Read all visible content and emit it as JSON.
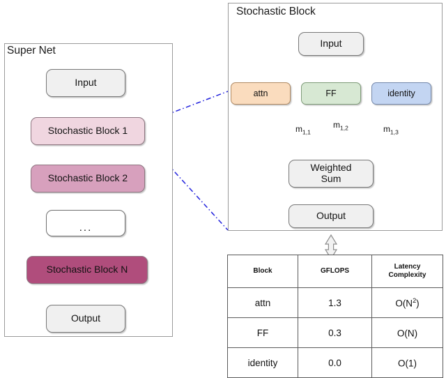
{
  "supernet": {
    "title": "Super Net",
    "nodes": {
      "input": "Input",
      "block1": "Stochastic Block 1",
      "block2": "Stochastic Block 2",
      "ellipsis": "...",
      "blockN": "Stochastic Block N",
      "output": "Output"
    },
    "colors": {
      "block1": "#f0d6e0",
      "block2": "#d7a0bd",
      "blockN": "#b04d7c",
      "plain": "#f0f0f0"
    }
  },
  "stochastic_block": {
    "title": "Stochastic Block",
    "nodes": {
      "input": "Input",
      "attn": "attn",
      "ff": "FF",
      "identity": "identity",
      "weighted_sum_line1": "Weighted",
      "weighted_sum_line2": "Sum",
      "output": "Output"
    },
    "edge_labels": {
      "attn": {
        "base": "m",
        "sub": "1,1"
      },
      "ff": {
        "base": "m",
        "sub": "1,2"
      },
      "identity": {
        "base": "m",
        "sub": "1,3"
      }
    },
    "colors": {
      "attn": "#fadcbe",
      "ff": "#d7e8d3",
      "identity": "#c3d5f2",
      "plain": "#f0f0f0"
    }
  },
  "connector": {
    "zoom_lines_color": "#2222dd",
    "double_arrow": "double-headed-vertical-arrow"
  },
  "spec_table": {
    "headers": [
      "Block",
      "GFLOPS",
      "Latency Complexity"
    ],
    "header_latency_line1": "Latency",
    "header_latency_line2": "Complexity",
    "rows": [
      {
        "block": "attn",
        "gflops": "1.3",
        "latency_prefix": "O(N",
        "latency_sup": "2",
        "latency_suffix": ")"
      },
      {
        "block": "FF",
        "gflops": "0.3",
        "latency_prefix": "O(N)",
        "latency_sup": "",
        "latency_suffix": ""
      },
      {
        "block": "identity",
        "gflops": "0.0",
        "latency_prefix": "O(1)",
        "latency_sup": "",
        "latency_suffix": ""
      }
    ]
  }
}
